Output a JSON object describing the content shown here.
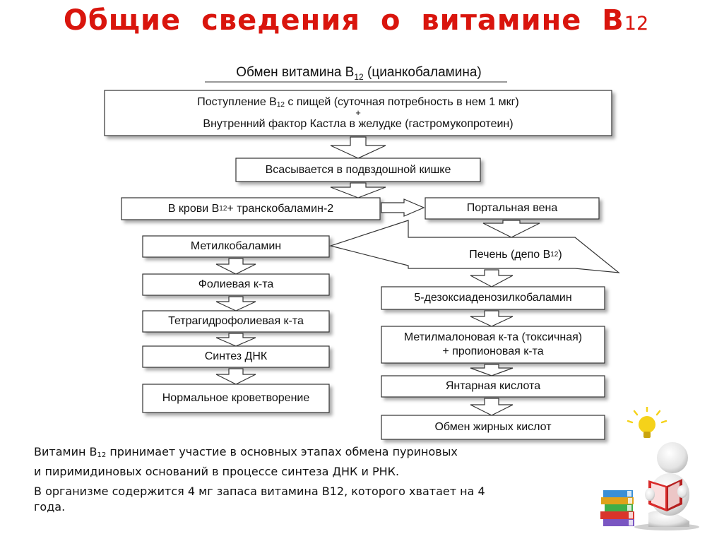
{
  "slide": {
    "title_main": "Общие сведения о витамине В",
    "title_sub": "12"
  },
  "diagram": {
    "title_pre": "Обмен витамина В",
    "title_sub": "12",
    "title_post": " (цианкобаламина)",
    "boxes": {
      "intake": {
        "line1_pre": "Поступление В",
        "line1_sub": "12",
        "line1_post": " с пищей (суточная потребность в нем 1 мкг)",
        "plus": "+",
        "line2": "Внутренний фактор Кастла в желудке (гастромукопротеин)"
      },
      "absorption": "Всасывается в подвздошной кишке",
      "blood": {
        "pre": "В крови В",
        "sub": "12",
        "post": " + транскобаламин-2"
      },
      "portal_vein": "Портальная вена",
      "liver": {
        "pre": "Печень (депо В",
        "sub": "12",
        "post": ")"
      },
      "methylcobalamin": "Метилкобаламин",
      "folic_acid": "Фолиевая к-та",
      "thf": "Тетрагидрофолиевая к-та",
      "dna_synthesis": "Синтез ДНК",
      "hematopoiesis": "Нормальное кроветворение",
      "deoxyadenosyl": "5-дезоксиаденозилкобаламин",
      "methylmalonic": {
        "line1": "Метилмалоновая к-та (токсичная)",
        "line2": "+ пропионовая к-та"
      },
      "succinic": "Янтарная кислота",
      "fatty_acid": "Обмен жирных кислот"
    }
  },
  "notes": {
    "line1_pre": "Витамин В",
    "line1_sub": "12",
    "line1_post": " принимает участие в основных этапах обмена пуриновых",
    "line2": "и пиримидиновых оснований в процессе синтеза ДНК и РНК.",
    "line3": "В организме содержится 4 мг запаса витамина В12, которого хватает на 4",
    "line4": "года."
  },
  "colors": {
    "title": "#d9150d",
    "box_stroke": "#333333",
    "box_shadow": "#b8b8b8",
    "bulb": "#f5d21a",
    "book": "#d92b2b"
  },
  "icons": {
    "figure": "person-reading-book-icon",
    "bulb": "lightbulb-icon",
    "books": "book-stack-icon"
  }
}
